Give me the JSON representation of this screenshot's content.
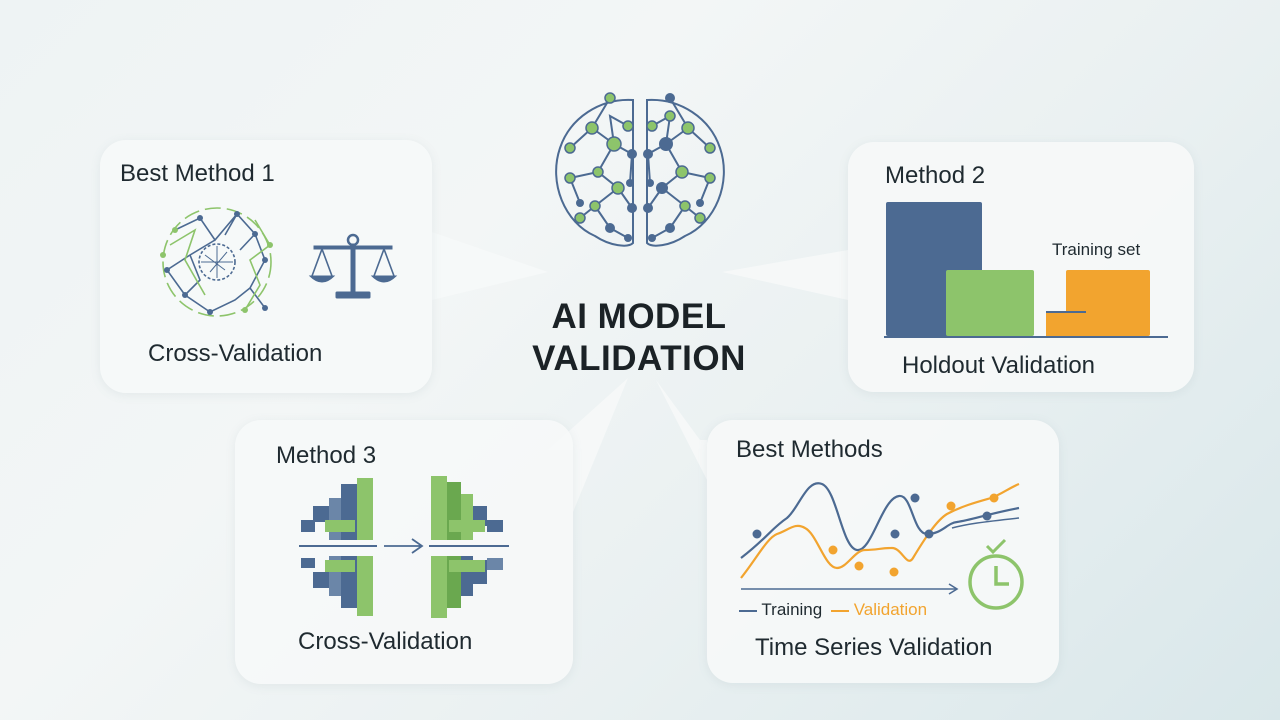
{
  "title": {
    "line1": "AI MODEL",
    "line2": "VALIDATION"
  },
  "cards": [
    {
      "id": "card1",
      "title": "Best Method 1",
      "caption": "Cross-Validation",
      "icons": [
        "circular-network-icon",
        "balance-scale-icon"
      ]
    },
    {
      "id": "card2",
      "title": "Method 2",
      "caption": "Holdout Validation",
      "chart_label": "Training set",
      "icons": [
        "bar-chart-icon"
      ]
    },
    {
      "id": "card3",
      "title": "Method 3",
      "caption": "Cross-Validation",
      "icons": [
        "fold-bars-icon",
        "arrow-right-icon"
      ]
    },
    {
      "id": "card4",
      "title": "Best Methods",
      "caption": "Time Series Validation",
      "legend": {
        "training": "Training",
        "validation": "Validation"
      },
      "icons": [
        "line-chart-icon",
        "clock-check-icon"
      ]
    }
  ],
  "colors": {
    "navy": "#4c6a92",
    "green": "#8dc46b",
    "orange": "#f2a42f",
    "text": "#1f2a30"
  }
}
